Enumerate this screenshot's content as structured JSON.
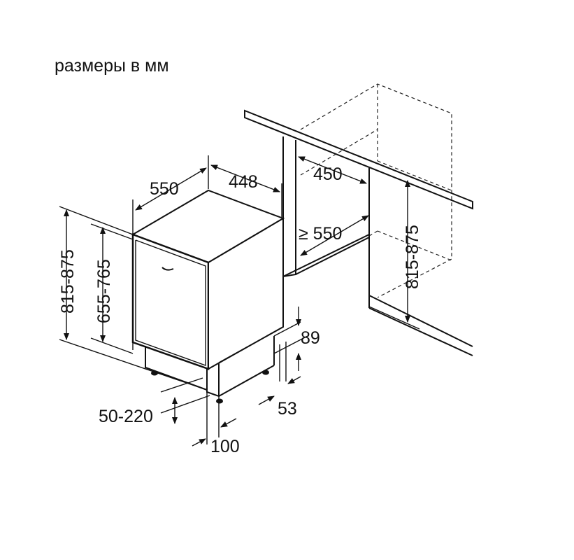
{
  "caption": "размеры в мм",
  "dimensions": {
    "depth": "550",
    "width": "448",
    "niche_width": "450",
    "niche_depth": "≥ 550",
    "niche_height": "815-875",
    "total_height": "815-875",
    "door_height": "655-765",
    "plinth_height": "89",
    "plinth_depth": "53",
    "plinth_gap": "50-220",
    "plinth_offset": "100"
  }
}
